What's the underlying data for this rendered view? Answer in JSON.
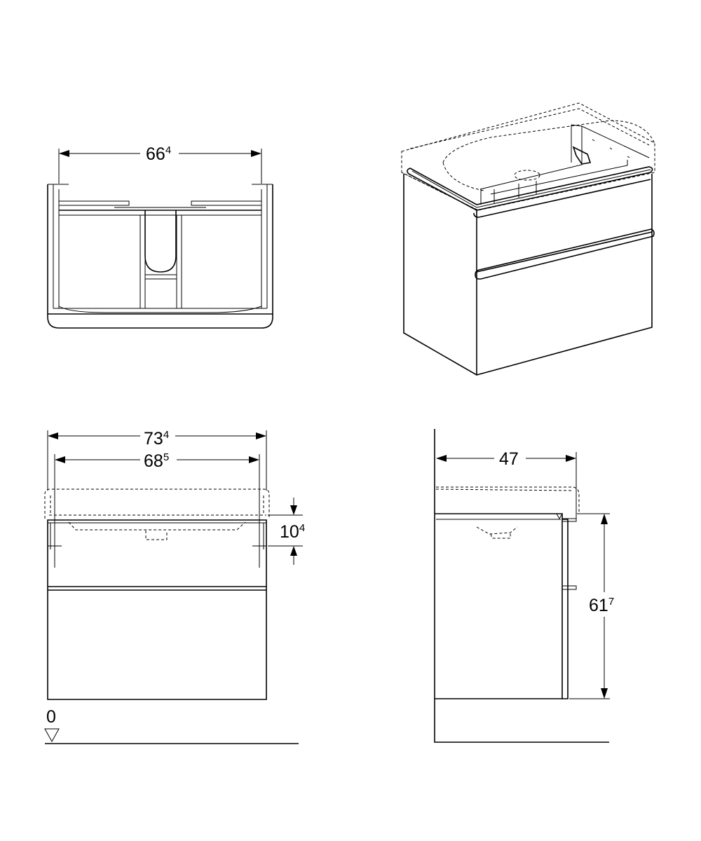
{
  "views": {
    "top": {
      "width_main": "66",
      "width_sup": "4"
    },
    "front": {
      "overall_main": "73",
      "overall_sup": "4",
      "inner_main": "68",
      "inner_sup": "5",
      "basin_main": "10",
      "basin_sup": "4",
      "floor_label": "0"
    },
    "side": {
      "depth_main": "47",
      "height_main": "61",
      "height_sup": "7"
    }
  },
  "colors": {
    "line": "#000000",
    "background": "#ffffff"
  }
}
